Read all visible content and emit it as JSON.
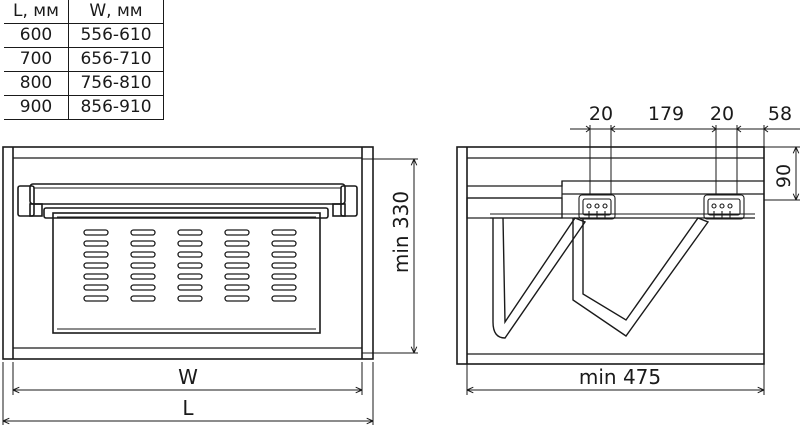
{
  "size_table": {
    "header": [
      "L, мм",
      "W, мм"
    ],
    "rows": [
      [
        "600",
        "556-610"
      ],
      [
        "700",
        "656-710"
      ],
      [
        "800",
        "756-810"
      ],
      [
        "900",
        "856-910"
      ]
    ]
  },
  "front_view": {
    "height_label": "min 330",
    "width_label_inner": "W",
    "width_label_outer": "L"
  },
  "side_view": {
    "top_dims": [
      "20",
      "179",
      "20",
      "58"
    ],
    "height_label": "90",
    "depth_label": "min 475"
  }
}
